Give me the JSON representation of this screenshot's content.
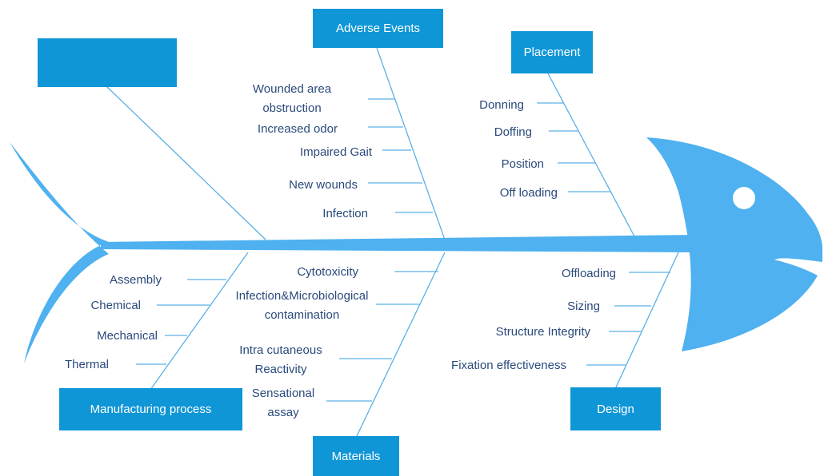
{
  "colors": {
    "fish": "#4fb1ef",
    "box": "#0f96d6",
    "label": "#2a4a7b",
    "bone": "#5ab0e6",
    "eye": "#ffffff"
  },
  "diagram": {
    "problem_box": "",
    "categories": {
      "adverse_events": {
        "title": "Adverse Events",
        "causes": [
          "Wounded area obstruction",
          "Increased odor",
          "Impaired Gait",
          "New wounds",
          "Infection"
        ]
      },
      "placement": {
        "title": "Placement",
        "causes": [
          "Donning",
          "Doffing",
          "Position",
          "Off loading"
        ]
      },
      "manufacturing_process": {
        "title": "Manufacturing process",
        "causes": [
          "Assembly",
          "Chemical",
          "Mechanical",
          "Thermal"
        ]
      },
      "materials": {
        "title": "Materials",
        "causes": [
          "Cytotoxicity",
          "Infection&Microbiological contamination",
          "Intra cutaneous Reactivity",
          "Sensational assay"
        ]
      },
      "design": {
        "title": "Design",
        "causes": [
          "Offloading",
          "Sizing",
          "Structure Integrity",
          "Fixation effectiveness"
        ]
      }
    }
  }
}
